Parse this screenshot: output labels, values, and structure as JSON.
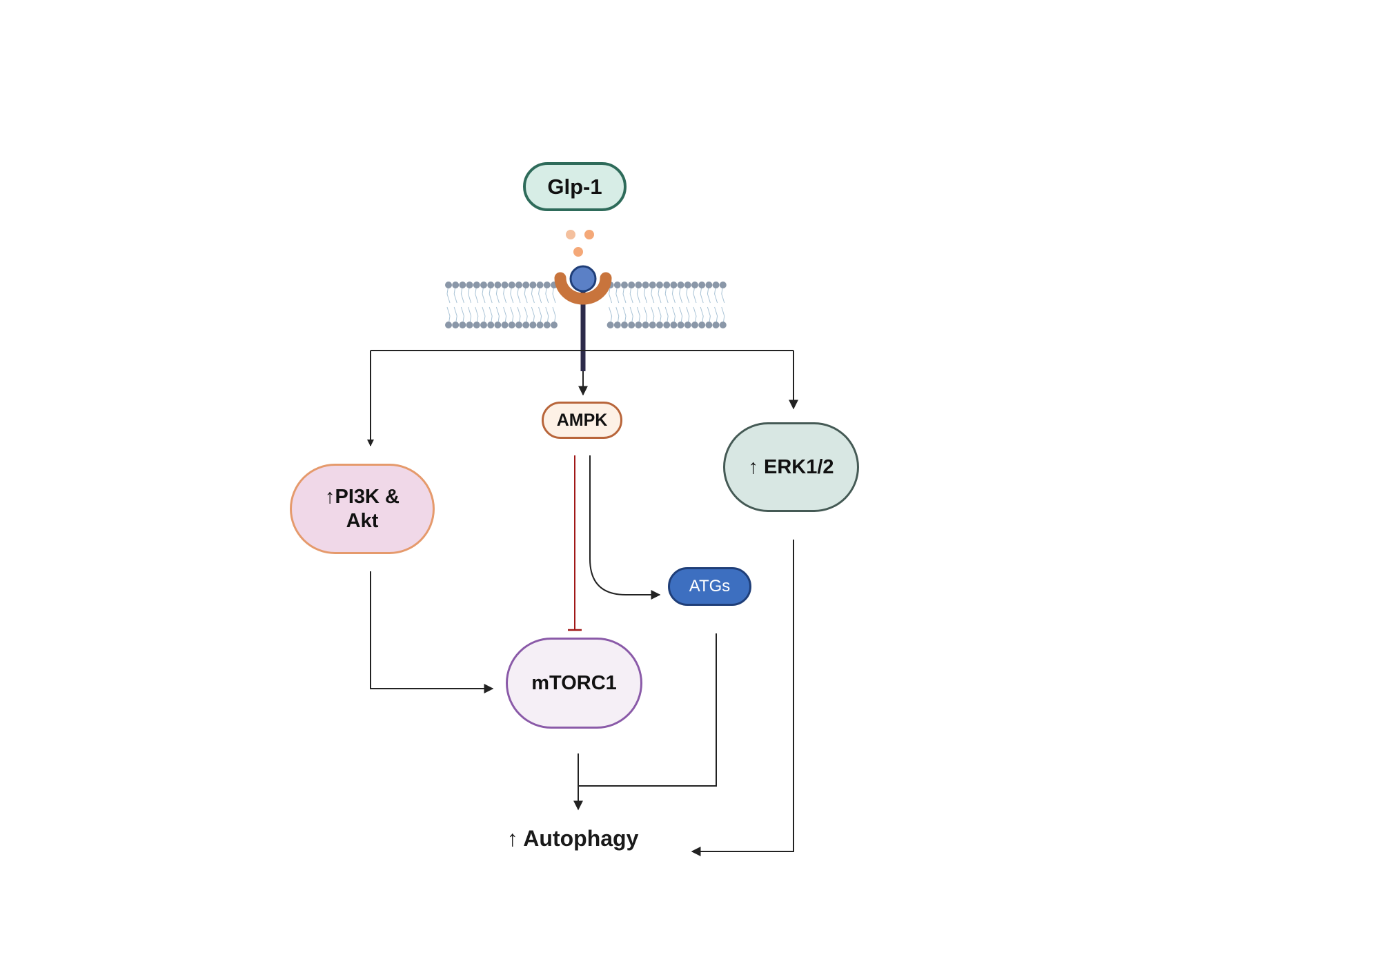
{
  "nodes": {
    "glp1": "Glp-1",
    "ampk": "AMPK",
    "pi3k_line1": "↑PI3K &",
    "pi3k_line2": "Akt",
    "erk": "↑ ERK1/2",
    "atgs": "ATGs",
    "mtorc1": "mTORC1",
    "autophagy": "↑  Autophagy"
  },
  "colors": {
    "membrane_head": "#8a97a8",
    "receptor": "#c8743c",
    "ligand": "#5b80c6",
    "ligand_particles": "#f4b48c",
    "stalk": "#2c2a4a",
    "arrow": "#222222",
    "inhibition": "#a01818"
  }
}
